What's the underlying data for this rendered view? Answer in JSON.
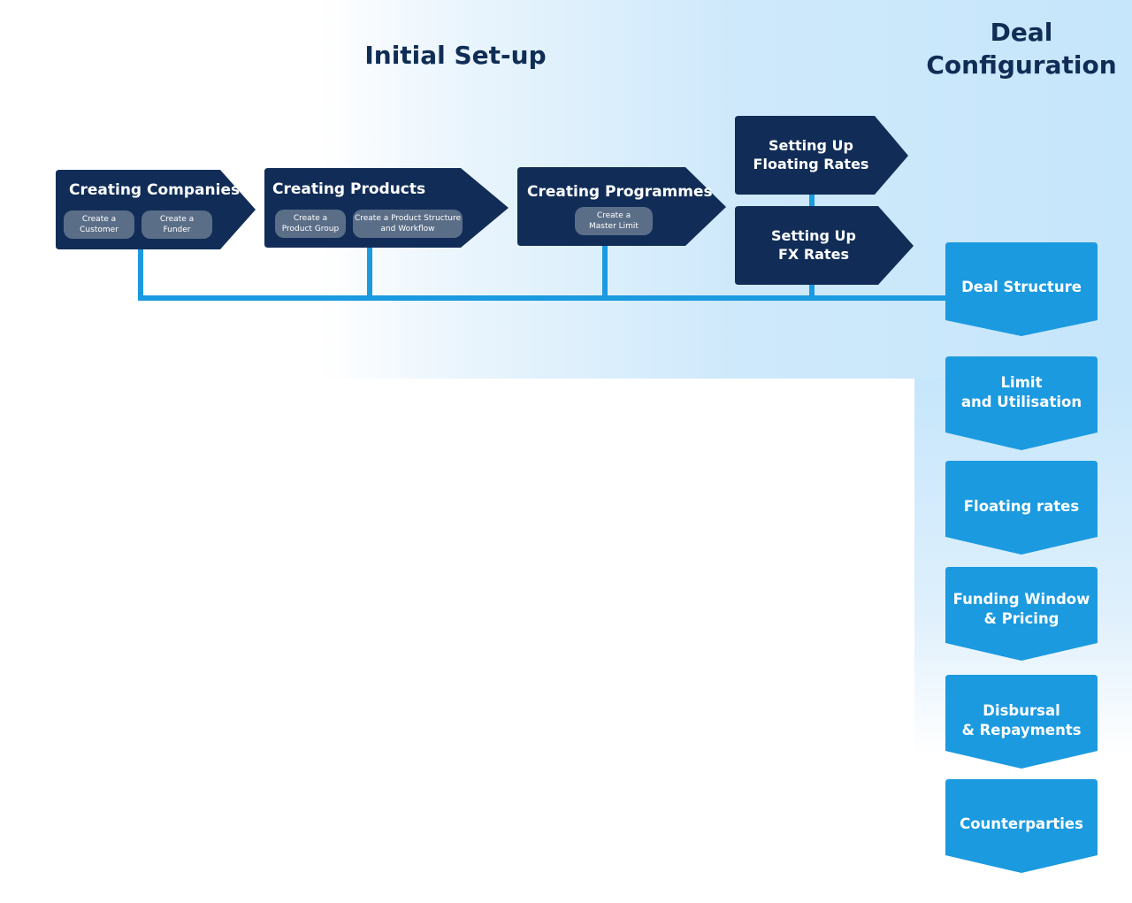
{
  "headings": {
    "initial_setup": "Initial Set-up",
    "deal_configuration_line1": "Deal",
    "deal_configuration_line2": "Configuration"
  },
  "setup_steps": [
    {
      "title": "Creating Companies",
      "sub_items": [
        {
          "line1": "Create a",
          "line2": "Customer"
        },
        {
          "line1": "Create a",
          "line2": "Funder"
        }
      ]
    },
    {
      "title": "Creating Products",
      "sub_items": [
        {
          "line1": "Create a",
          "line2": "Product Group"
        },
        {
          "line1": "Create a Product Structure",
          "line2": "and Workflow"
        }
      ]
    },
    {
      "title": "Creating Programmes",
      "sub_items": [
        {
          "line1": "Create a",
          "line2": "Master Limit"
        }
      ]
    }
  ],
  "rate_steps": [
    {
      "label": "Setting Up\nFloating Rates"
    },
    {
      "label": "Setting Up\nFX Rates"
    }
  ],
  "deal_steps": [
    {
      "label": "Deal Structure"
    },
    {
      "label": "Limit\nand Utilisation"
    },
    {
      "label": "Floating rates"
    },
    {
      "label": "Funding Window\n& Pricing"
    },
    {
      "label": "Disbursal\n& Repayments"
    },
    {
      "label": "Counterparties"
    }
  ],
  "colors": {
    "navy": "#112d57",
    "accent_blue": "#1b9ae0",
    "pill": "#5b6e88",
    "heading": "#0f2d55"
  }
}
